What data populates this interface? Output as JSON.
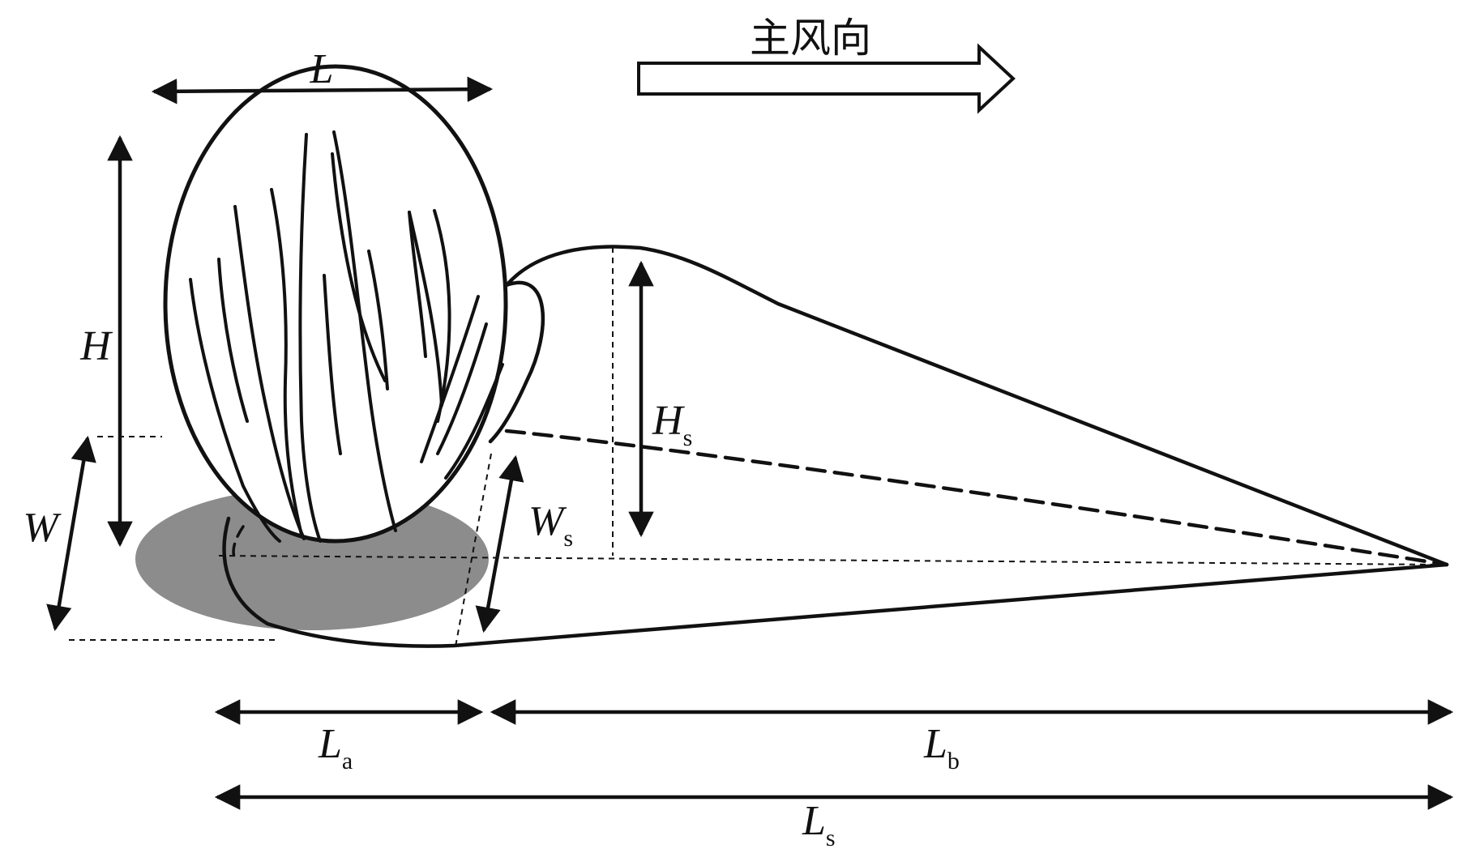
{
  "wind_direction": {
    "label": "主风向"
  },
  "labels": {
    "L": "L",
    "H": "H",
    "W": "W",
    "Hs_main": "H",
    "Hs_sub": "s",
    "Ws_main": "W",
    "Ws_sub": "s",
    "La_main": "L",
    "La_sub": "a",
    "Lb_main": "L",
    "Lb_sub": "b",
    "Ls_main": "L",
    "Ls_sub": "s"
  },
  "colors": {
    "stroke": "#111111",
    "shadow": "#8c8c8c",
    "background": "#ffffff"
  }
}
